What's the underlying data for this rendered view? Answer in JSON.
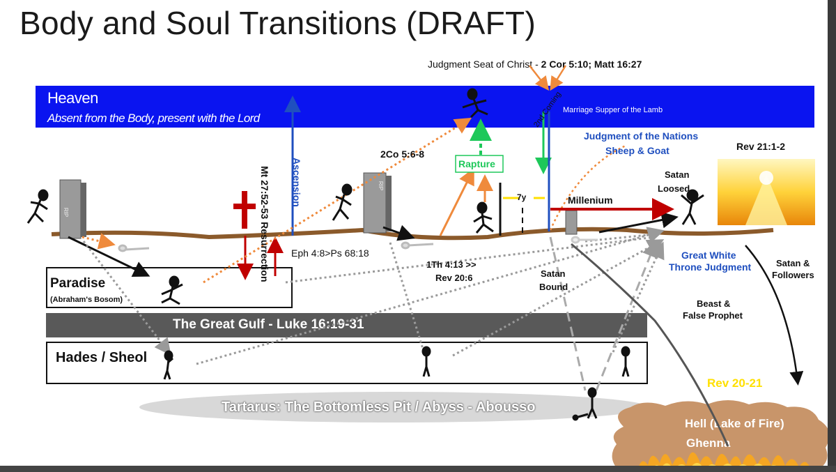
{
  "title": "Body and Soul Transitions (DRAFT)",
  "heaven": {
    "title": "Heaven",
    "subtitle": "Absent from the Body, present with the Lord",
    "marriage_supper": "Marriage Supper of the Lamb",
    "second_coming": "2nd Coming"
  },
  "judgment_seat": {
    "prefix": "Judgment Seat of Christ - ",
    "refs": "2 Cor 5:10; Matt 16:27"
  },
  "labels": {
    "resurrection": "Mt 27:52-53 Resurrection",
    "ascension": "Ascension",
    "two_co": "2Co 5:6-8",
    "rapture": "Rapture",
    "seven_y": "7y",
    "millenium": "Millenium",
    "nations_1": "Judgment of the Nations",
    "nations_2": "Sheep & Goat",
    "rev21": "Rev 21:1-2",
    "satan_loosed_1": "Satan",
    "satan_loosed_2": "Loosed",
    "eph": "Eph 4:8>Ps 68:18",
    "th_1": "1Th 4:13 >>",
    "th_2": "Rev 20:6",
    "satan_bound_1": "Satan",
    "satan_bound_2": "Bound",
    "gwt_1": "Great White",
    "gwt_2": "Throne Judgment",
    "satan_followers_1": "Satan &",
    "satan_followers_2": "Followers",
    "beast_1": "Beast &",
    "beast_2": "False Prophet",
    "rev2021": "Rev 20-21",
    "rip": "RIP"
  },
  "paradise": {
    "title": "Paradise",
    "subtitle": "(Abraham's Bosom)"
  },
  "gulf": "The Great Gulf  - Luke 16:19-31",
  "hades": "Hades / Sheol",
  "tartarus": "Tartarus:  The Bottomless Pit  /  Abyss - Abousso",
  "hell": {
    "line1": "Hell (Lake of Fire)",
    "line2": "Ghenna"
  },
  "colors": {
    "heaven": "#0a14f0",
    "earth": "#8b5a2b",
    "orange": "#ef8a3c",
    "red": "#c00000",
    "green": "#1ec85a",
    "gulf": "#595959"
  }
}
